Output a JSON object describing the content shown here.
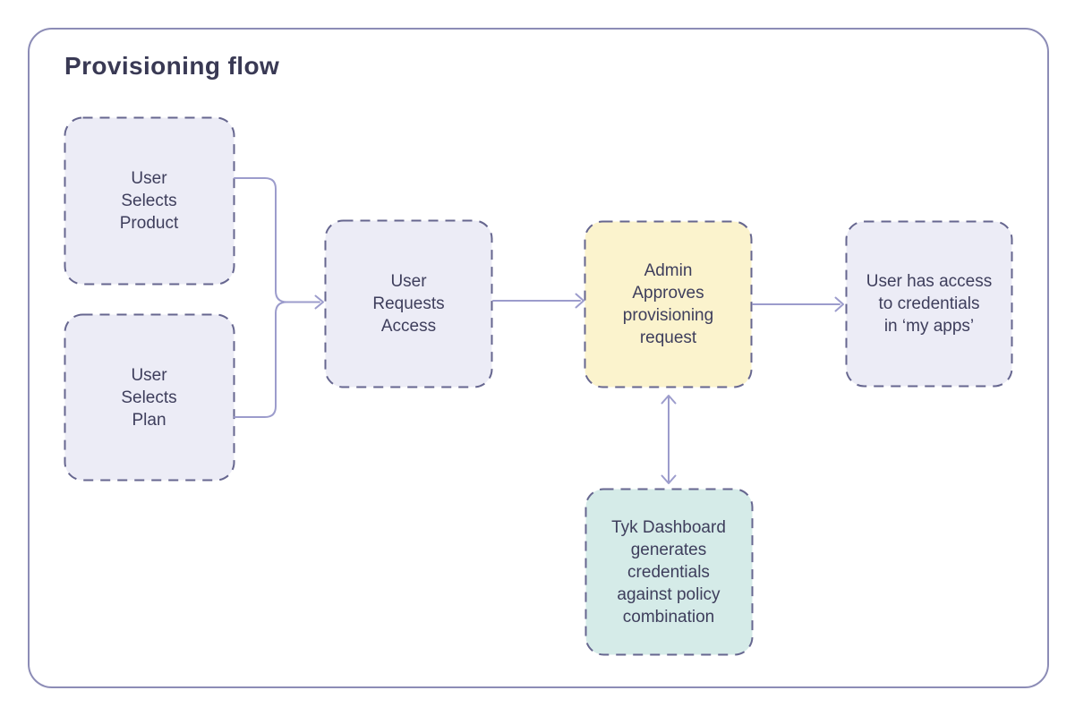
{
  "title": "Provisioning flow",
  "colors": {
    "background": "#ffffff",
    "frame_border": "#8c8cb6",
    "node_border": "#66668f",
    "connector": "#9c9ccc",
    "text": "#3e3e5c",
    "title_text": "#393954",
    "lavender_fill": "#ececf6",
    "yellow_fill": "#fbf3cd",
    "teal_fill": "#d5ebe8"
  },
  "nodes": [
    {
      "id": "user-selects-product",
      "label": "User\nSelects\nProduct",
      "fill": "#ececf6"
    },
    {
      "id": "user-selects-plan",
      "label": "User\nSelects\nPlan",
      "fill": "#ececf6"
    },
    {
      "id": "user-requests-access",
      "label": "User\nRequests\nAccess",
      "fill": "#ececf6"
    },
    {
      "id": "admin-approves-request",
      "label": "Admin\nApproves\nprovisioning\nrequest",
      "fill": "#fbf3cd"
    },
    {
      "id": "user-has-access",
      "label": "User has access\nto credentials\nin ‘my apps’",
      "fill": "#ececf6"
    },
    {
      "id": "tyk-dashboard-generates",
      "label": "Tyk Dashboard\ngenerates\ncredentials\nagainst policy\ncombination",
      "fill": "#d5ebe8"
    }
  ],
  "edges": [
    {
      "from": "user-selects-product",
      "to": "user-requests-access",
      "type": "merge-arrow"
    },
    {
      "from": "user-selects-plan",
      "to": "user-requests-access",
      "type": "merge-arrow"
    },
    {
      "from": "user-requests-access",
      "to": "admin-approves-request",
      "type": "arrow"
    },
    {
      "from": "admin-approves-request",
      "to": "user-has-access",
      "type": "arrow"
    },
    {
      "from": "admin-approves-request",
      "to": "tyk-dashboard-generates",
      "type": "double-arrow"
    }
  ]
}
